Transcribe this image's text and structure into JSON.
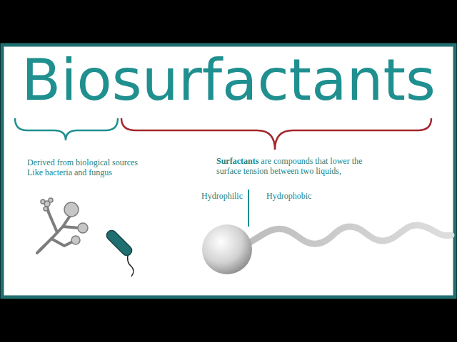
{
  "diagram": {
    "title": "Biosurfactants",
    "labels": [
      "Derived from biological sources Like bacteria and fungus",
      "Surfactants",
      "are compounds that lower the surface tension between two liquids,",
      "Hydrophilic",
      "Hydrophobic"
    ]
  }
}
